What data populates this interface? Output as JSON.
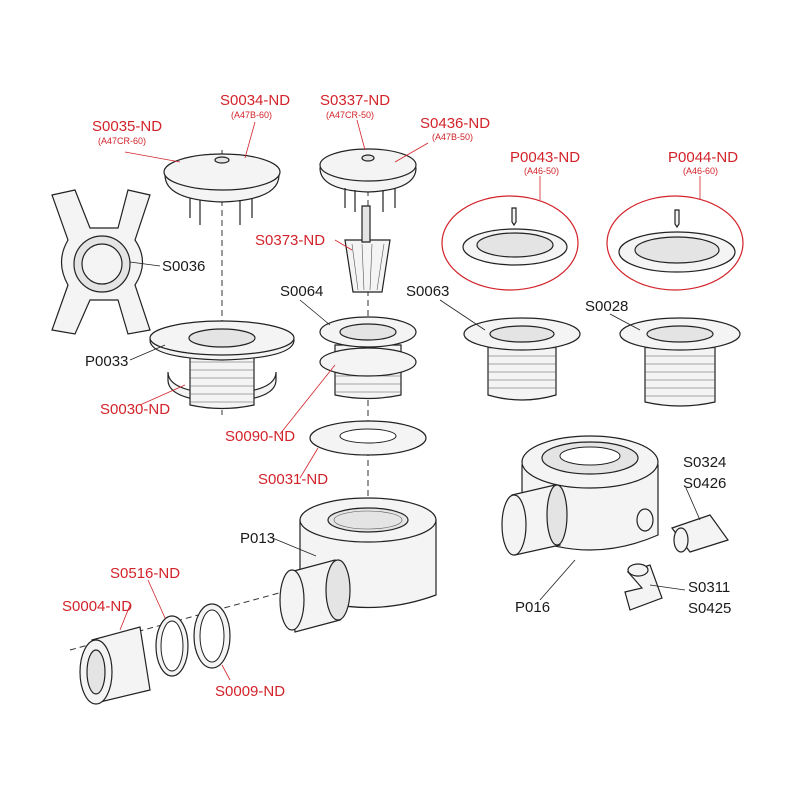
{
  "labels": {
    "s0035": {
      "code": "S0035-ND",
      "ref": "(A47CR-60)"
    },
    "s0034": {
      "code": "S0034-ND",
      "ref": "(A47B-60)"
    },
    "s0337": {
      "code": "S0337-ND",
      "ref": "(A47CR-50)"
    },
    "s0436": {
      "code": "S0436-ND",
      "ref": "(A47B-50)"
    },
    "p0043": {
      "code": "P0043-ND",
      "ref": "(A46-50)"
    },
    "p0044": {
      "code": "P0044-ND",
      "ref": "(A46-60)"
    },
    "s0036": "S0036",
    "s0373": "S0373-ND",
    "s0064": "S0064",
    "s0063": "S0063",
    "s0028": "S0028",
    "p0033": "P0033",
    "s0030": "S0030-ND",
    "s0090": "S0090-ND",
    "s0031": "S0031-ND",
    "s0324": "S0324",
    "s0426": "S0426",
    "p013": "P013",
    "p016": "P016",
    "s0516": "S0516-ND",
    "s0004": "S0004-ND",
    "s0311": "S0311",
    "s0425": "S0425",
    "s0009": "S0009-ND"
  },
  "colors": {
    "highlight": "#d2232a",
    "standard": "#1a1a1a"
  }
}
